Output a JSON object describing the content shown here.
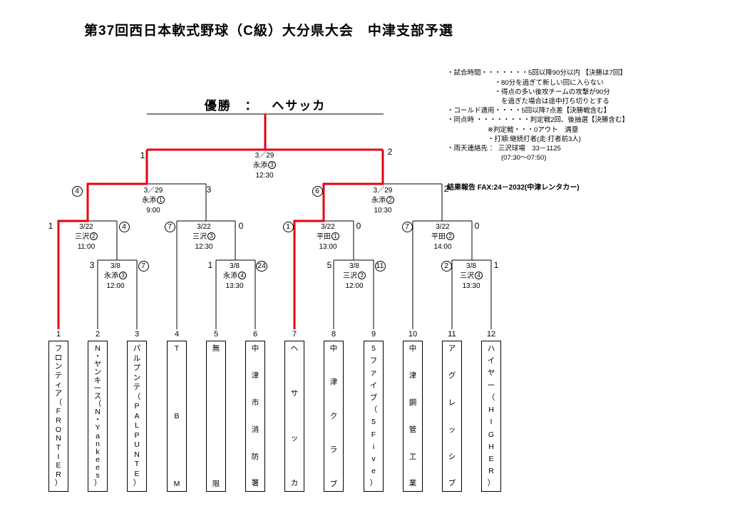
{
  "title": "第37回西日本軟式野球（C級）大分県大会　中津支部予選",
  "champion": {
    "label": "優勝",
    "separator": "：",
    "name": "ヘサッカ"
  },
  "notes": {
    "lines": [
      "・試合時間・・・・・・・5回以降90分以内 【決勝は7回】",
      "　　　　　　　・80分を過ぎて新しい回に入らない",
      "　　　　　　　・得点の多い後攻チームの攻撃が90分",
      "　　　　　　　　を過ぎた場合は途中打ち切りとする",
      "・コールド適用・・・・5回以降7点差【決勝戦含む】",
      "・同点時 ・・・・・・・・判定戦2回、後抽選【決勝含む】",
      "　　　　　　※判定戦・・・0アウト　満塁",
      "　　　　　　・打順:継続打者(走:打者前3人)",
      "・雨天連絡先 ： 三沢球場　33－1125",
      "　　　　　　　　(07:30～07:50)"
    ],
    "footer": "結果報告 FAX:24－2032(中津レンタカー)"
  },
  "teams": [
    {
      "seed": "1",
      "name": "フロンティア（FRONTIER）"
    },
    {
      "seed": "2",
      "name": "N・ヤンキース（N・Yankees）"
    },
    {
      "seed": "3",
      "name": "パルプンテ（PALPUNTE）"
    },
    {
      "seed": "4",
      "name": "TBM"
    },
    {
      "seed": "5",
      "name": "無限"
    },
    {
      "seed": "6",
      "name": "中津市消防署"
    },
    {
      "seed": "7",
      "name": "ヘサッカ"
    },
    {
      "seed": "8",
      "name": "中津クラブ"
    },
    {
      "seed": "9",
      "name": "5ファイブ（5Five）"
    },
    {
      "seed": "10",
      "name": "中津鋼管工業"
    },
    {
      "seed": "11",
      "name": "アグレッシブ"
    },
    {
      "seed": "12",
      "name": "ハイヤー（HIGHER）"
    }
  ],
  "matches": [
    {
      "id": "final",
      "date": "3／29",
      "venue": "永添",
      "venue_num": "3",
      "time": "12:30",
      "score_left": "1",
      "score_right": "2",
      "winner": null
    },
    {
      "id": "sf1",
      "date": "3／29",
      "venue": "永添",
      "venue_num": "1",
      "time": "9:00",
      "score_left": "4",
      "score_right": "3",
      "winner": "left"
    },
    {
      "id": "sf2",
      "date": "3／29",
      "venue": "永添",
      "venue_num": "2",
      "time": "10:30",
      "score_left": "6",
      "score_right": "2",
      "winner": "left"
    },
    {
      "id": "qf1",
      "date": "3/22",
      "venue": "三沢",
      "venue_num": "2",
      "time": "11:00",
      "score_left": "1",
      "score_right": "4",
      "winner": "right"
    },
    {
      "id": "qf2",
      "date": "3/22",
      "venue": "三沢",
      "venue_num": "3",
      "time": "12:30",
      "score_left": "7",
      "score_right": "0",
      "winner": "left"
    },
    {
      "id": "qf3",
      "date": "3/22",
      "venue": "平田",
      "venue_num": "1",
      "time": "13:00",
      "score_left": "1",
      "score_right": "0",
      "winner": "left"
    },
    {
      "id": "qf4",
      "date": "3/22",
      "venue": "平田",
      "venue_num": "2",
      "time": "14:00",
      "score_left": "7",
      "score_right": "0",
      "winner": "left"
    },
    {
      "id": "r1a",
      "date": "3/8",
      "venue": "永添",
      "venue_num": "3",
      "time": "12:00",
      "score_left": "3",
      "score_right": "7",
      "winner": "right"
    },
    {
      "id": "r1b",
      "date": "3/8",
      "venue": "永添",
      "venue_num": "4",
      "time": "13:30",
      "score_left": "1",
      "score_right": "24",
      "winner": "right"
    },
    {
      "id": "r1c",
      "date": "3/8",
      "venue": "三沢",
      "venue_num": "3",
      "time": "12:00",
      "score_left": "5",
      "score_right": "11",
      "winner": "right"
    },
    {
      "id": "r1d",
      "date": "3/8",
      "venue": "三沢",
      "venue_num": "4",
      "time": "13:30",
      "score_left": "2",
      "score_right": "1",
      "winner": "left"
    }
  ],
  "colors": {
    "bracket_line": "#000000",
    "winner_path": "#e60012"
  }
}
